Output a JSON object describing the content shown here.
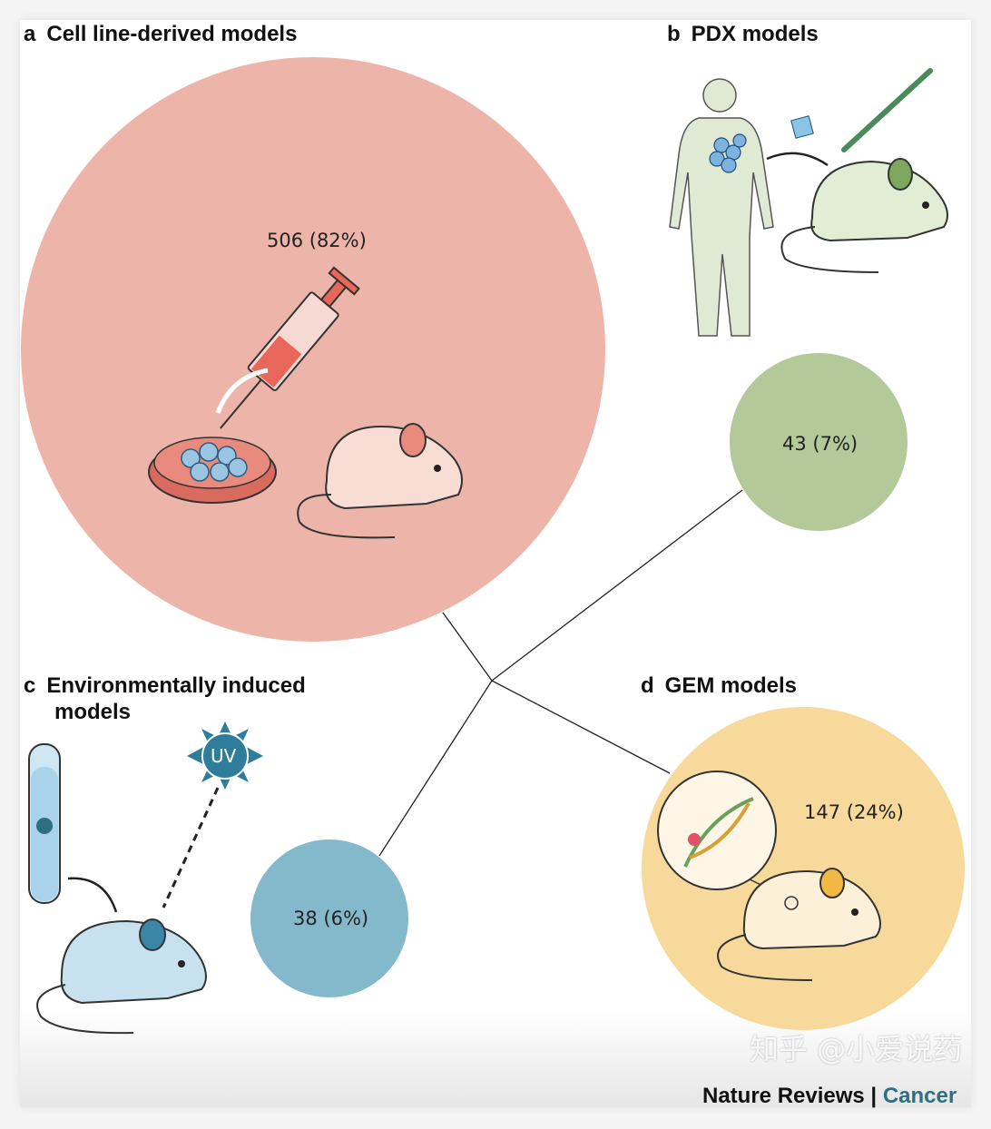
{
  "panels": {
    "a": {
      "letter": "a",
      "title": "Cell line-derived models",
      "count": "506 (82%)",
      "color": "#edb5aa"
    },
    "b": {
      "letter": "b",
      "title": "PDX models",
      "count": "43 (7%)",
      "color": "#b4c99a"
    },
    "c": {
      "letter": "c",
      "title_line1": "Environmentally induced",
      "title_line2": "models",
      "count": "38 (6%)",
      "color": "#84b9cb",
      "uv_label": "UV"
    },
    "d": {
      "letter": "d",
      "title": "GEM models",
      "count": "147 (24%)",
      "color": "#f6d99b"
    }
  },
  "footer": {
    "journal": "Nature Reviews",
    "separator": "|",
    "section": "Cancer",
    "watermark": "知乎 @小爱说药"
  }
}
